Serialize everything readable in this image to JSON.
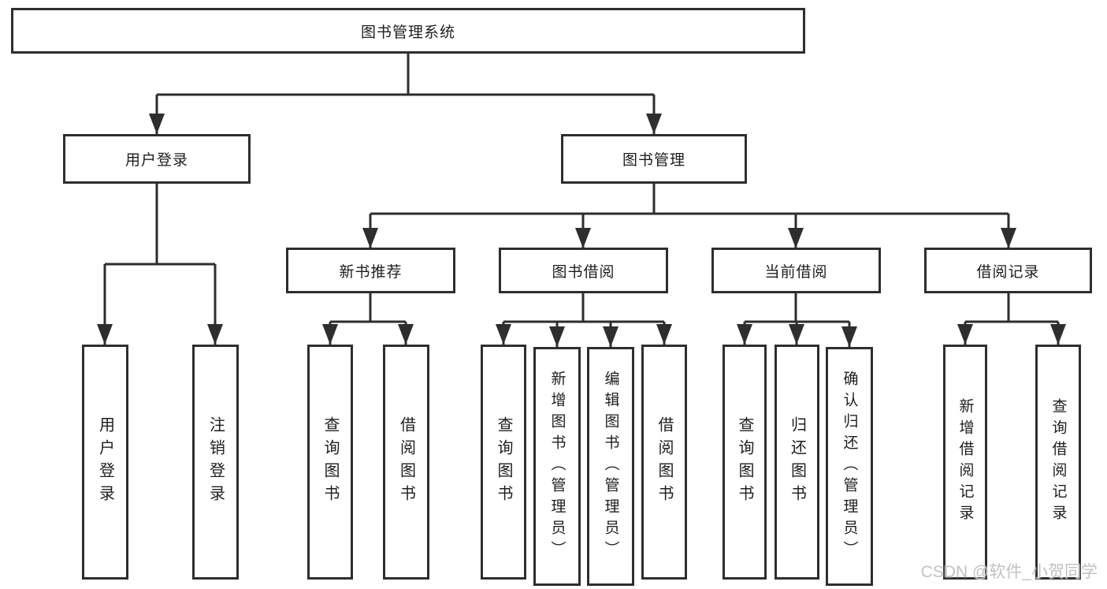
{
  "tree": {
    "label": "图书管理系统",
    "children": [
      {
        "label": "用户登录",
        "children": [
          {
            "label": "用户登录"
          },
          {
            "label": "注销登录"
          }
        ]
      },
      {
        "label": "图书管理",
        "children": [
          {
            "label": "新书推荐",
            "children": [
              {
                "label": "查询图书"
              },
              {
                "label": "借阅图书"
              }
            ]
          },
          {
            "label": "图书借阅",
            "children": [
              {
                "label": "查询图书"
              },
              {
                "label": "新增图书（管理员）"
              },
              {
                "label": "编辑图书（管理员）"
              },
              {
                "label": "借阅图书"
              }
            ]
          },
          {
            "label": "当前借阅",
            "children": [
              {
                "label": "查询图书"
              },
              {
                "label": "归还图书"
              },
              {
                "label": "确认归还（管理员）"
              }
            ]
          },
          {
            "label": "借阅记录",
            "children": [
              {
                "label": "新增借阅记录"
              },
              {
                "label": "查询借阅记录"
              }
            ]
          }
        ]
      }
    ]
  },
  "watermark": {
    "text": "CSDN @软件_小贺同学"
  },
  "colors": {
    "line": "#2e2e2e",
    "box_border": "#2e2e2e",
    "box_background": "#ffffff",
    "text": "#1e1e1e",
    "watermark": "#c2c2c2",
    "background": "#ffffff"
  }
}
